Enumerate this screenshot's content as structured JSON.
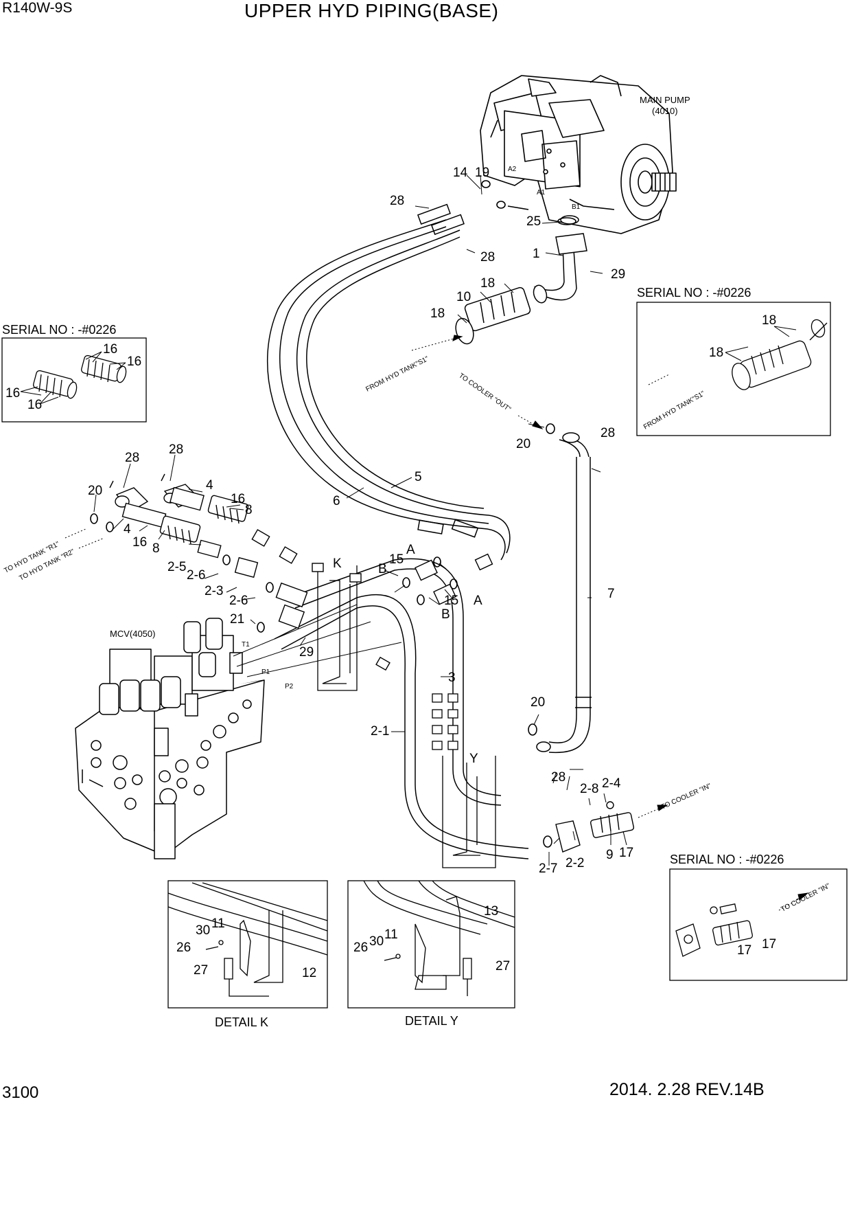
{
  "header": {
    "model": "R140W-9S",
    "title": "UPPER HYD PIPING(BASE)"
  },
  "footer": {
    "page_number": "3100",
    "revision": "2014. 2.28  REV.14B"
  },
  "components": {
    "main_pump": "MAIN PUMP",
    "main_pump_code": "(4010)",
    "mcv": "MCV(4050)"
  },
  "ports": {
    "a2": "A2",
    "a1": "A1",
    "b1": "B1",
    "t1": "T1",
    "p1": "P1",
    "p2": "P2"
  },
  "serial_note": "SERIAL NO : -#0226",
  "routing": {
    "from_hyd_tank_s1": "FROM HYD TANK\"S1\"",
    "to_cooler_out": "TO COOLER \"OUT\"",
    "to_cooler_in": "TO COOLER \"IN\"",
    "to_hyd_tank_r1": "TO HYD TANK \"R1\"",
    "to_hyd_tank_r2": "TO HYD TANK \"R2\""
  },
  "details": {
    "k": {
      "title": "DETAIL K",
      "marker": "K"
    },
    "y": {
      "title": "DETAIL Y",
      "marker": "Y"
    }
  },
  "callouts": {
    "c1": "1",
    "c2_1": "2-1",
    "c2_2": "2-2",
    "c2_3": "2-3",
    "c2_4": "2-4",
    "c2_5": "2-5",
    "c2_6": "2-6",
    "c2_7": "2-7",
    "c2_8": "2-8",
    "c3": "3",
    "c4": "4",
    "c5": "5",
    "c6": "6",
    "c7": "7",
    "c8": "8",
    "c9": "9",
    "c10": "10",
    "c11": "11",
    "c12": "12",
    "c13": "13",
    "c14": "14",
    "c15": "15",
    "c16": "16",
    "c17": "17",
    "c18": "18",
    "c19": "19",
    "c20": "20",
    "c21": "21",
    "c25": "25",
    "c26": "26",
    "c27": "27",
    "c28": "28",
    "c29": "29",
    "c30": "30",
    "a": "A",
    "b": "B"
  }
}
